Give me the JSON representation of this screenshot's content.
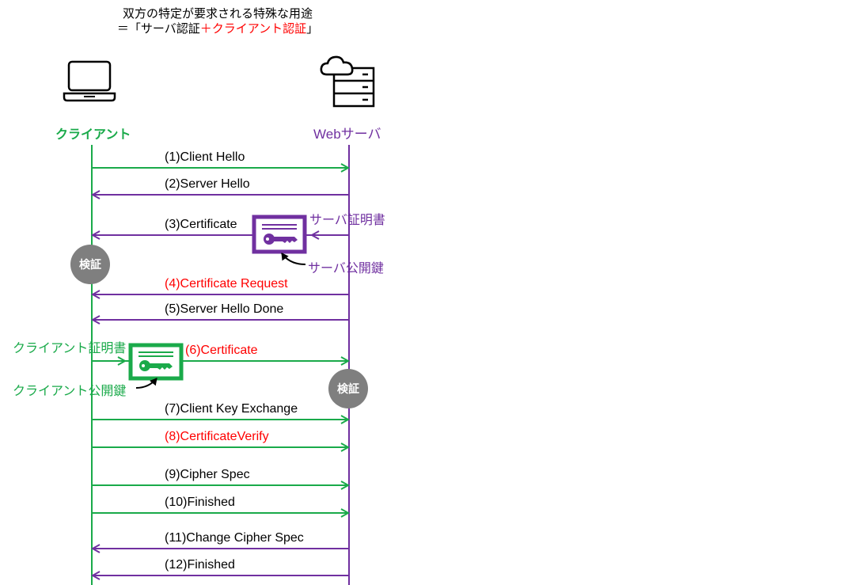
{
  "title": {
    "line1": "双方の特定が要求される特殊な用途",
    "line2_prefix": "＝「サーバ認証",
    "line2_highlight": "＋クライアント認証",
    "line2_suffix": "」"
  },
  "actors": {
    "client": {
      "label": "クライアント",
      "icon": "laptop-icon",
      "color": "#1aaa4a"
    },
    "server": {
      "label": "Webサーバ",
      "icon": "cloud-server-icon",
      "color": "#7030a0"
    }
  },
  "colors": {
    "client": "#1aaa4a",
    "server": "#7030a0",
    "highlight": "#ff0000",
    "badge": "#7f7f7f"
  },
  "messages": [
    {
      "label": "(1)Client Hello",
      "direction": "client-to-server",
      "highlight": false
    },
    {
      "label": "(2)Server Hello",
      "direction": "server-to-client",
      "highlight": false
    },
    {
      "label": "(3)Certificate",
      "direction": "server-to-client",
      "highlight": false
    },
    {
      "label": "(4)Certificate Request",
      "direction": "server-to-client",
      "highlight": true
    },
    {
      "label": "(5)Server Hello Done",
      "direction": "server-to-client",
      "highlight": false
    },
    {
      "label": "(6)Certificate",
      "direction": "client-to-server",
      "highlight": true
    },
    {
      "label": "(7)Client Key Exchange",
      "direction": "client-to-server",
      "highlight": false
    },
    {
      "label": "(8)CertificateVerify",
      "direction": "client-to-server",
      "highlight": true
    },
    {
      "label": "(9)Cipher Spec",
      "direction": "client-to-server",
      "highlight": false
    },
    {
      "label": "(10)Finished",
      "direction": "client-to-server",
      "highlight": false
    },
    {
      "label": "(11)Change Cipher Spec",
      "direction": "server-to-client",
      "highlight": false
    },
    {
      "label": "(12)Finished",
      "direction": "server-to-client",
      "highlight": false
    }
  ],
  "annotations": {
    "server_cert": "サーバ証明書",
    "server_pubkey": "サーバ公開鍵",
    "client_cert": "クライアント証明書",
    "client_pubkey": "クライアント公開鍵",
    "verify_client_side": "検証",
    "verify_server_side": "検証"
  }
}
